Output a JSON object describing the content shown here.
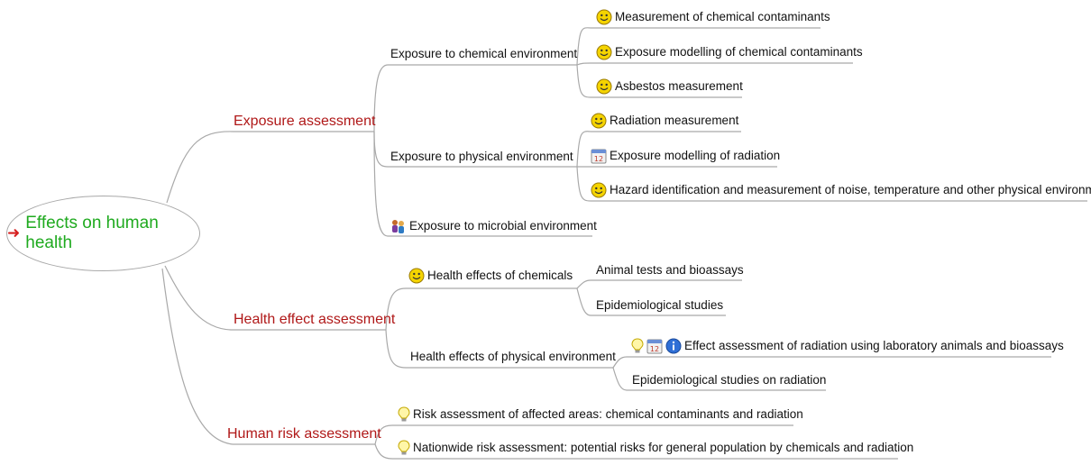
{
  "root": {
    "label": "Effects on human health",
    "arrow": "➜"
  },
  "branches": {
    "exposure": {
      "label": "Exposure assessment",
      "chemical": {
        "label": "Exposure to chemical environment",
        "items": [
          "Measurement of chemical contaminants",
          "Exposure modelling of chemical contaminants",
          "Asbestos measurement"
        ]
      },
      "physical": {
        "label": "Exposure to physical environment",
        "items": [
          "Radiation measurement",
          "Exposure modelling of radiation",
          "Hazard identification and measurement of noise, temperature and other physical environment"
        ]
      },
      "microbial": {
        "label": "Exposure to microbial environment"
      }
    },
    "health": {
      "label": "Health effect assessment",
      "chemicals": {
        "label": "Health effects of chemicals",
        "items": [
          "Animal tests and bioassays",
          "Epidemiological studies"
        ]
      },
      "physical": {
        "label": "Health effects of physical environment",
        "items": [
          "Effect assessment of radiation using laboratory animals and bioassays",
          "Epidemiological studies on radiation"
        ]
      }
    },
    "risk": {
      "label": "Human risk assessment",
      "items": [
        "Risk assessment of affected areas: chemical contaminants and radiation",
        "Nationwide risk assessment: potential risks for general population by chemicals and radiation"
      ]
    }
  },
  "icons": {
    "smiley": "smiley-icon",
    "calendar": "calendar-icon",
    "people": "people-icon",
    "lightbulb": "lightbulb-icon",
    "info": "info-icon",
    "calendar_day": "12"
  },
  "colors": {
    "root_text": "#1faa1f",
    "branch_text": "#b01818",
    "line": "#a9a9a9",
    "arrow": "#d62020"
  }
}
